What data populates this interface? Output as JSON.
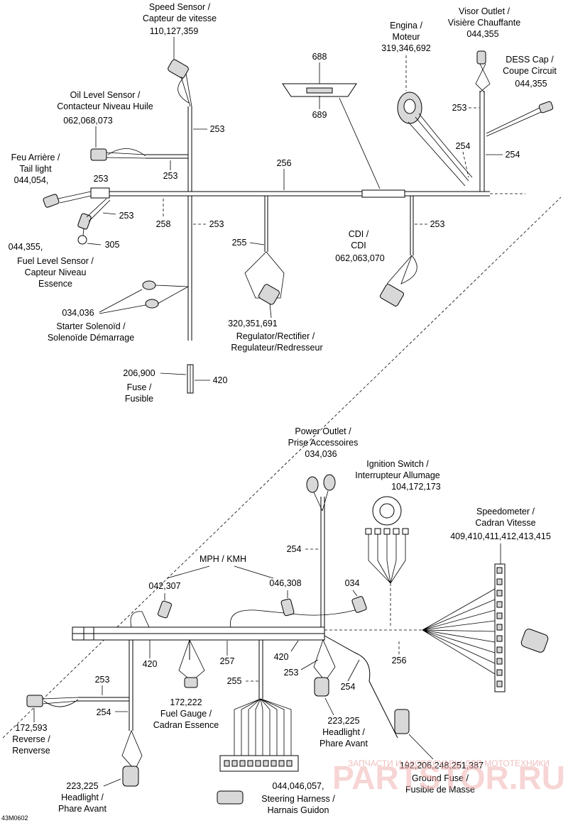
{
  "top": {
    "speed_sensor": {
      "name": "Speed Sensor /",
      "name_fr": "Capteur de vitesse",
      "parts": "110,127,359"
    },
    "engine": {
      "name": "Engina /",
      "name_fr": "Moteur",
      "parts": "319,346,692"
    },
    "visor_outlet": {
      "name": "Visor Outlet /",
      "name_fr": "Visière Chauffante",
      "parts": "044,355"
    },
    "dess_cap": {
      "name": "DESS Cap /",
      "name_fr": "Coupe Circuit",
      "parts": "044,355"
    },
    "oil_level": {
      "name": "Oil Level Sensor /",
      "name_fr": "Contacteur Niveau Huile",
      "parts": "062,068,073"
    },
    "tail_light": {
      "name": "Feu Arrière /",
      "name_fr": "Tail light",
      "parts": "044,054,"
    },
    "fuel_level": {
      "parts": "044,355,",
      "name": "Fuel Level Sensor /",
      "name_fr1": "Capteur Niveau",
      "name_fr2": "Essence",
      "ref": "305"
    },
    "cdi": {
      "name": "CDI /",
      "name_fr": "CDI",
      "parts": "062,063,070"
    },
    "starter": {
      "parts": "034,036",
      "name": "Starter Solenoïd /",
      "name_fr": "Solenoïde Démarrage"
    },
    "regulator": {
      "parts": "320,351,691",
      "name": "Regulator/Rectifier /",
      "name_fr": "Regulateur/Redresseur"
    },
    "fuse": {
      "parts": "206,900",
      "name": "Fuse /",
      "name_fr": "Fusible",
      "ref": "420"
    },
    "refs": {
      "r688": "688",
      "r689": "689",
      "r253a": "253",
      "r253b": "253",
      "r253c": "253",
      "r253d": "253",
      "r253e": "253",
      "r253f": "253",
      "r253g": "253",
      "r254a": "254",
      "r254b": "254",
      "r256": "256",
      "r258": "258",
      "r255": "255"
    }
  },
  "bottom": {
    "power_outlet": {
      "name": "Power Outlet /",
      "name_fr": "Prise Accessoires",
      "parts": "034,036"
    },
    "ignition": {
      "name": "Ignition Switch /",
      "name_fr": "Interrupteur Allumage",
      "parts": "104,172,173"
    },
    "speedometer": {
      "name": "Speedometer /",
      "name_fr": "Cadran Vitesse",
      "parts": "409,410,411,412,413,415"
    },
    "mph": {
      "label": "MPH / KMH",
      "left": "042,307",
      "right": "046,308"
    },
    "p034": "034",
    "fuel_gauge": {
      "parts": "172,222",
      "name": "Fuel Gauge /",
      "name_fr": "Cadran Essence"
    },
    "reverse": {
      "parts": "172,593",
      "name": "Reverse /",
      "name_fr": "Renverse"
    },
    "headlight_left": {
      "parts": "223,225",
      "name": "Headlight /",
      "name_fr": "Phare Avant"
    },
    "headlight_right": {
      "parts": "223,225",
      "name": "Headlight /",
      "name_fr": "Phare Avant"
    },
    "ground_fuse": {
      "parts": "192,206,248,251,387",
      "name": "Ground Fuse /",
      "name_fr": "Fusible de Masse"
    },
    "steering": {
      "parts": "044,046,057,",
      "name": "Steering Harness /",
      "name_fr": "Harnais Guidon"
    },
    "refs": {
      "r254a": "254",
      "r254b": "254",
      "r254c": "254",
      "r420a": "420",
      "r420b": "420",
      "r257": "257",
      "r253a": "253",
      "r253b": "253",
      "r255": "255",
      "r256": "256"
    }
  },
  "figure_code": "43M0602",
  "watermark": {
    "main": "PARTSTOR.RU",
    "sub": "ЗАПЧАСТИ И АКСЕССУАРЫ ДЛЯ МОТОТЕХНИКИ"
  },
  "colors": {
    "ink": "#000000",
    "component_fill": "#d8d8d8",
    "watermark": "#f2b3b3"
  }
}
